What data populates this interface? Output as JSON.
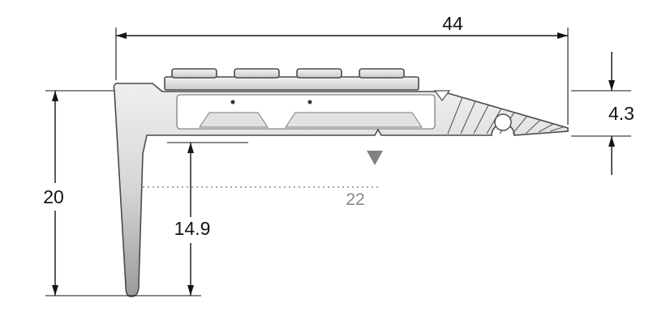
{
  "drawing": {
    "subject": "stair-nosing-aluminium-profile-cross-section",
    "dimensions": {
      "overall_width": "44",
      "overall_height": "20",
      "inner_height": "14.9",
      "edge_thickness": "4.3",
      "reference_width": "22"
    },
    "colors": {
      "dimension_line": "#141414",
      "reference_gray": "#8a8a8a",
      "profile_light": "#ececec",
      "profile_dark": "#9a9a9a",
      "background": "#ffffff"
    }
  }
}
